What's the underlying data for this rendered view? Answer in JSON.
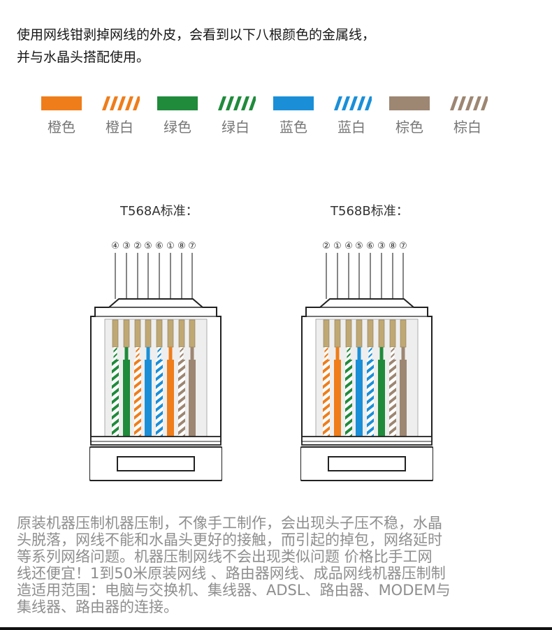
{
  "intro": {
    "line1": "使用网线钳剥掉网线的外皮，会看到以下八根颜色的金属线，",
    "line2": "并与水晶头搭配使用。"
  },
  "colors": {
    "orange": "#ef7d1a",
    "green": "#1f8b3b",
    "blue": "#1a8fd8",
    "brown": "#9d8672",
    "copper": "#c0a874",
    "jacket": "#eeeeee",
    "outline": "#222222"
  },
  "legend": [
    {
      "label": "橙色",
      "color": "orange",
      "striped": false
    },
    {
      "label": "橙白",
      "color": "orange",
      "striped": true
    },
    {
      "label": "绿色",
      "color": "green",
      "striped": false
    },
    {
      "label": "绿白",
      "color": "green",
      "striped": true
    },
    {
      "label": "蓝色",
      "color": "blue",
      "striped": false
    },
    {
      "label": "蓝白",
      "color": "blue",
      "striped": true
    },
    {
      "label": "棕色",
      "color": "brown",
      "striped": false
    },
    {
      "label": "棕白",
      "color": "brown",
      "striped": true
    }
  ],
  "standards": [
    {
      "title": "T568A标准：",
      "pin_labels": [
        "④",
        "③",
        "②",
        "⑤",
        "⑥",
        "①",
        "⑧",
        "⑦"
      ],
      "wires": [
        {
          "color": "green",
          "striped": true
        },
        {
          "color": "green",
          "striped": false
        },
        {
          "color": "orange",
          "striped": true
        },
        {
          "color": "blue",
          "striped": false
        },
        {
          "color": "blue",
          "striped": true
        },
        {
          "color": "orange",
          "striped": false
        },
        {
          "color": "brown",
          "striped": true
        },
        {
          "color": "brown",
          "striped": false
        }
      ]
    },
    {
      "title": "T568B标准：",
      "pin_labels": [
        "②",
        "①",
        "④",
        "⑤",
        "⑥",
        "③",
        "⑧",
        "⑦"
      ],
      "wires": [
        {
          "color": "orange",
          "striped": true
        },
        {
          "color": "orange",
          "striped": false
        },
        {
          "color": "green",
          "striped": true
        },
        {
          "color": "blue",
          "striped": false
        },
        {
          "color": "blue",
          "striped": true
        },
        {
          "color": "green",
          "striped": false
        },
        {
          "color": "brown",
          "striped": true
        },
        {
          "color": "brown",
          "striped": false
        }
      ]
    }
  ],
  "footer": {
    "lines": [
      "原装机器压制机器压制，不像手工制作，会出现头子压不稳，水晶",
      "头脱落，网线不能和水晶头更好的接触，而引起的掉包，网络延时",
      "等系列网络问题。机器压制网线不会出现类似问题    价格比手工网",
      "线还便宜！1到50米原装网线 、路由器网线、成品网线机器压制制",
      "造适用范围：电脑与交换机、集线器、ADSL、路由器、MODEM与",
      "集线器、路由器的连接。"
    ]
  }
}
